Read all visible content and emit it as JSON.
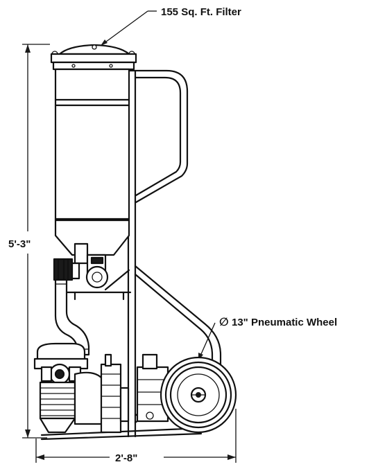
{
  "labels": {
    "filter": "155 Sq. Ft. Filter",
    "height": "5'-3\"",
    "width": "2'-8\"",
    "wheel_symbol": "∅",
    "wheel": "13\" Pneumatic Wheel"
  },
  "colors": {
    "line": "#111111",
    "background": "#ffffff"
  }
}
